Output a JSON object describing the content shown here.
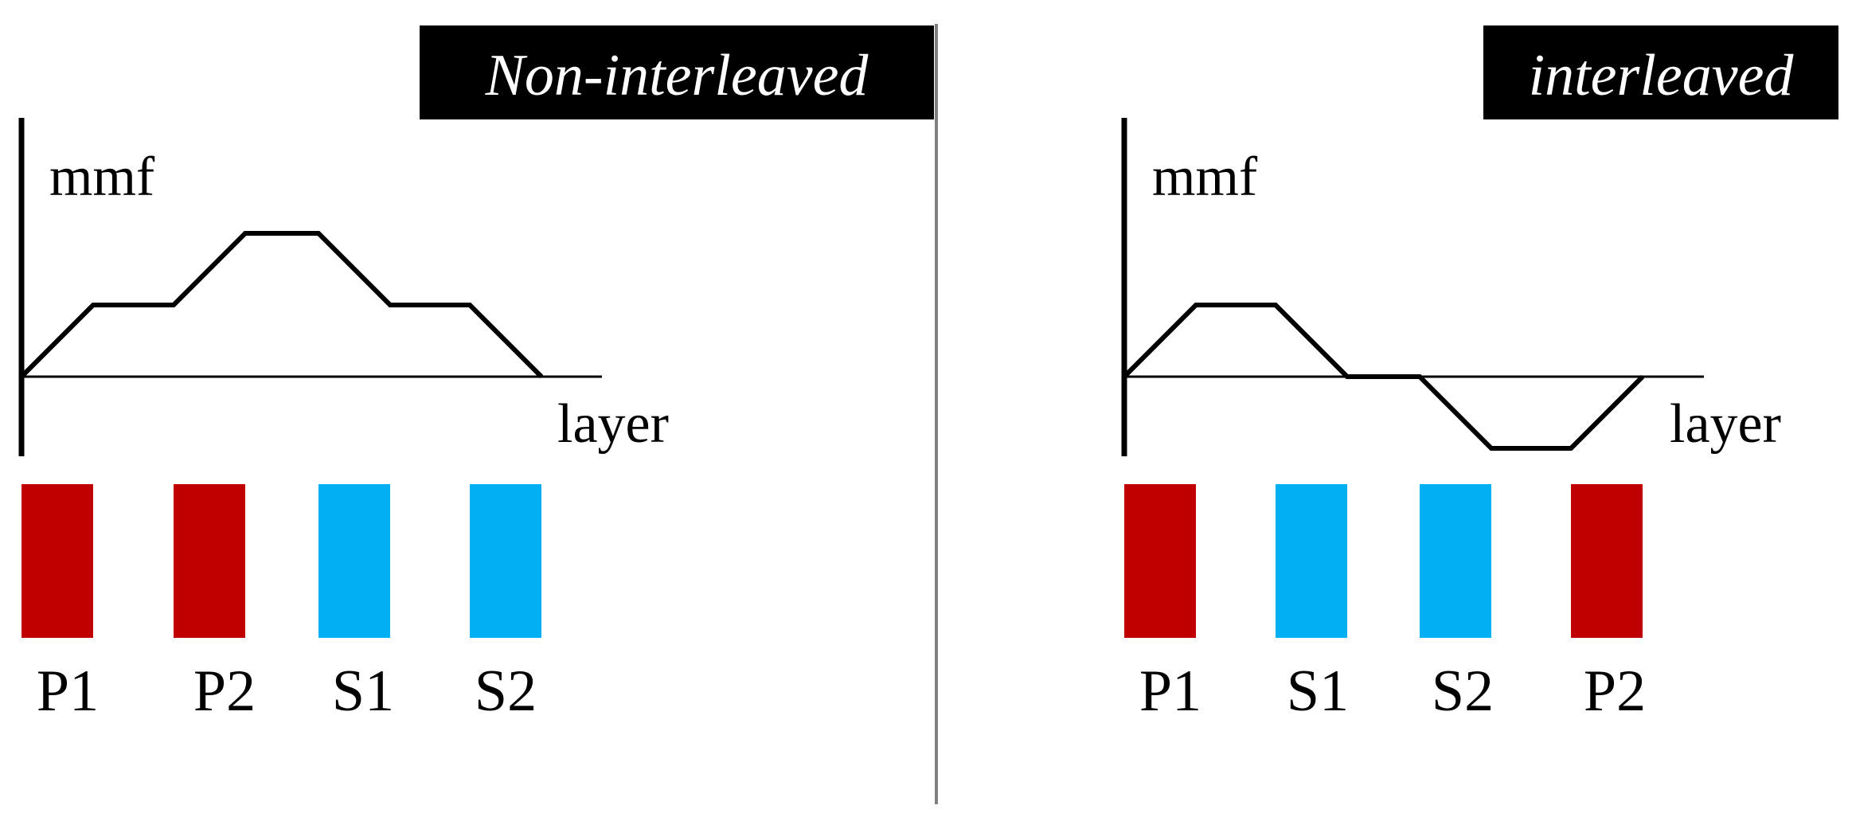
{
  "colors": {
    "primary": "#c00000",
    "secondary": "#00b0f0",
    "banner_bg": "#000000",
    "banner_text": "#ffffff",
    "divider": "#808080"
  },
  "panels": [
    {
      "id": "non_interleaved",
      "banner": "Non-interleaved",
      "ylabel": "mmf",
      "xlabel": "layer",
      "mmf_profile": [
        0,
        1,
        1,
        2,
        2,
        1,
        1,
        0
      ],
      "coils": [
        {
          "label": "P1",
          "color_key": "primary"
        },
        {
          "label": "P2",
          "color_key": "primary"
        },
        {
          "label": "S1",
          "color_key": "secondary"
        },
        {
          "label": "S2",
          "color_key": "secondary"
        }
      ]
    },
    {
      "id": "interleaved",
      "banner": "interleaved",
      "ylabel": "mmf",
      "xlabel": "layer",
      "mmf_profile": [
        0,
        1,
        1,
        0,
        0,
        -1,
        -1,
        0
      ],
      "coils": [
        {
          "label": "P1",
          "color_key": "primary"
        },
        {
          "label": "S1",
          "color_key": "secondary"
        },
        {
          "label": "S2",
          "color_key": "secondary"
        },
        {
          "label": "P2",
          "color_key": "primary"
        }
      ]
    }
  ]
}
